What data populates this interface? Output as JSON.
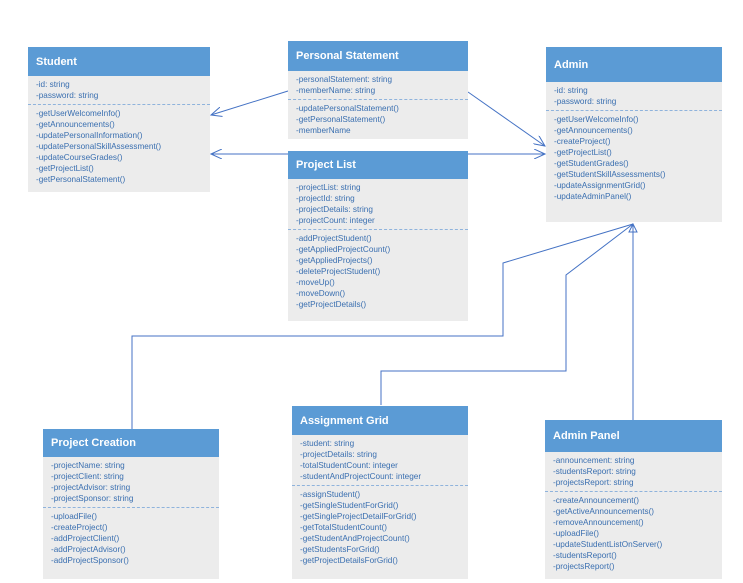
{
  "colors": {
    "header": "#5b9bd5",
    "header_text": "#ffffff",
    "body": "#ececec",
    "member_text": "#3a6fb0",
    "connector": "#4472c4"
  },
  "classes": {
    "student": {
      "name": "Student",
      "attributes": [
        "-id: string",
        "-password: string"
      ],
      "methods": [
        "-getUserWelcomeInfo()",
        "-getAnnouncements()",
        "-updatePersonalInformation()",
        "-updatePersonalSkillAssessment()",
        "-updateCourseGrades()",
        "-getProjectList()",
        "-getPersonalStatement()"
      ]
    },
    "personal_statement": {
      "name": "Personal Statement",
      "attributes": [
        "-personalStatement: string",
        "-memberName: string"
      ],
      "methods": [
        "-updatePersonalStatement()",
        "-getPersonalStatement()",
        "-memberName"
      ]
    },
    "admin": {
      "name": "Admin",
      "attributes": [
        "-id: string",
        "-password: string"
      ],
      "methods": [
        "-getUserWelcomeInfo()",
        "-getAnnouncements()",
        "-createProject()",
        "-getProjectList()",
        "-getStudentGrades()",
        "-getStudentSkillAssessments()",
        "-updateAssignmentGrid()",
        "-updateAdminPanel()"
      ]
    },
    "project_list": {
      "name": "Project List",
      "attributes": [
        "-projectList: string",
        "-projectId: string",
        "-projectDetails: string",
        "-projectCount: integer"
      ],
      "methods": [
        "-addProjectStudent()",
        "-getAppliedProjectCount()",
        "-getAppliedProjects()",
        "-deleteProjectStudent()",
        "-moveUp()",
        "-moveDown()",
        "-getProjectDetails()"
      ]
    },
    "project_creation": {
      "name": "Project Creation",
      "attributes": [
        "-projectName: string",
        "-projectClient: string",
        "-projectAdvisor: string",
        "-projectSponsor: string"
      ],
      "methods": [
        "-uploadFile()",
        "-createProject()",
        "-addProjectClient()",
        "-addProjectAdvisor()",
        "-addProjectSponsor()"
      ]
    },
    "assignment_grid": {
      "name": "Assignment Grid",
      "attributes": [
        "-student: string",
        "-projectDetails: string",
        "-totalStudentCount: integer",
        "-studentAndProjectCount: integer"
      ],
      "methods": [
        "-assignStudent()",
        "-getSingleStudentForGrid()",
        "-getSingleProjectDetailForGrid()",
        "-getTotalStudentCount()",
        "-getStudentAndProjectCount()",
        "-getStudentsForGrid()",
        "-getProjectDetailsForGrid()"
      ]
    },
    "admin_panel": {
      "name": "Admin Panel",
      "attributes": [
        "-announcement: string",
        "-studentsReport: string",
        "-projectsReport: string"
      ],
      "methods": [
        "-createAnnouncement()",
        "-getActiveAnnouncements()",
        "-removeAnnouncement()",
        "-uploadFile()",
        "-updateStudentListOnServer()",
        "-studentsReport()",
        "-projectsReport()"
      ]
    }
  }
}
